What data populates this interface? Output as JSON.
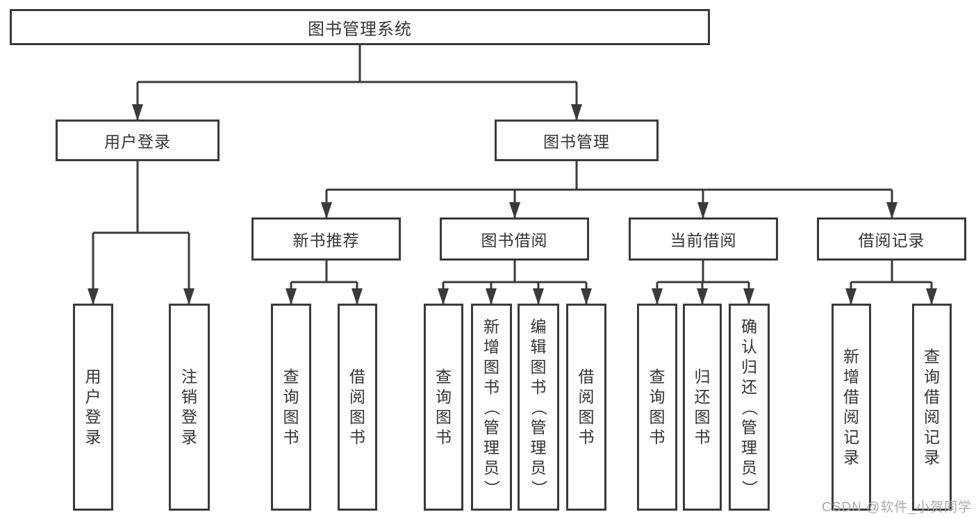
{
  "tree": {
    "root": "图书管理系统",
    "branches": [
      {
        "label": "用户登录",
        "children": [
          "用户登录",
          "注销登录"
        ]
      },
      {
        "label": "图书管理",
        "groups": [
          {
            "label": "新书推荐",
            "children": [
              "查询图书",
              "借阅图书"
            ]
          },
          {
            "label": "图书借阅",
            "children": [
              "查询图书",
              "新增图书（管理员）",
              "编辑图书（管理员）",
              "借阅图书"
            ]
          },
          {
            "label": "当前借阅",
            "children": [
              "查询图书",
              "归还图书",
              "确认归还（管理员）"
            ]
          },
          {
            "label": "借阅记录",
            "children": [
              "新增借阅记录",
              "查询借阅记录"
            ]
          }
        ]
      }
    ]
  },
  "watermark": {
    "text": "CSDN @软件_小贺同学"
  },
  "colors": {
    "line": "#3a3a3a",
    "text": "#333333",
    "watermark": "#a9a9a9",
    "bg": "#ffffff"
  }
}
